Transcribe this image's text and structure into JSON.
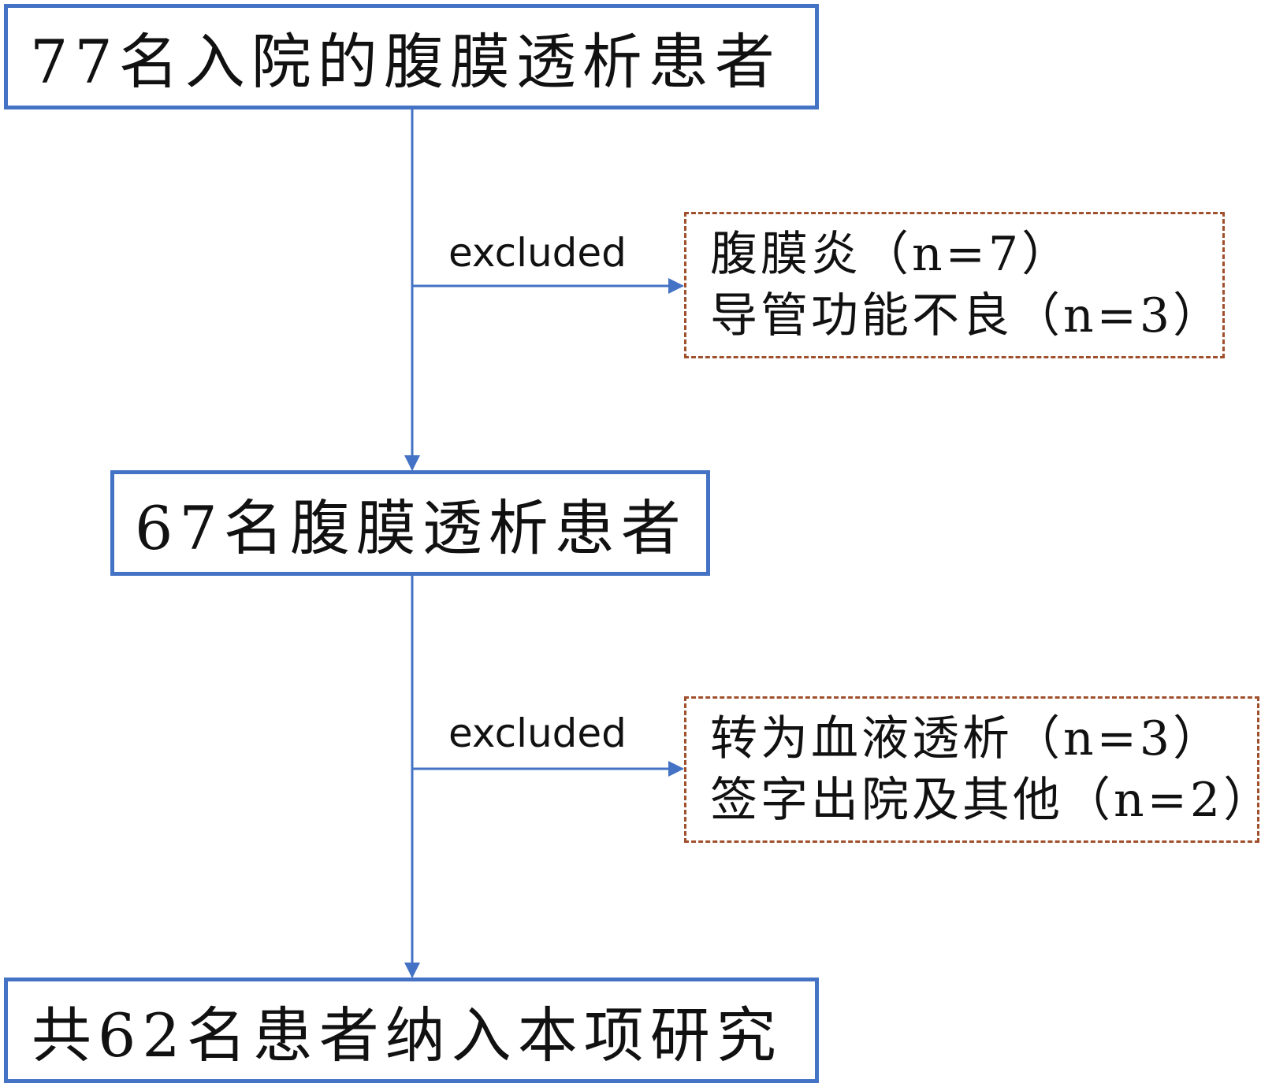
{
  "flowchart": {
    "admitted_box": {
      "text": "77名入院的腹膜透析患者"
    },
    "first_exclusion": {
      "label": "excluded",
      "reasons": [
        "腹膜炎（n=7）",
        "导管功能不良（n=3）"
      ]
    },
    "pd_box": {
      "text": "67名腹膜透析患者"
    },
    "second_exclusion": {
      "label": "excluded",
      "reasons": [
        "转为血液透析（n=3）",
        "签字出院及其他（n=2）"
      ]
    },
    "included_box": {
      "text": "共62名患者纳入本项研究"
    }
  },
  "colors": {
    "box_border": "#4472c4",
    "arrow": "#4472c4",
    "exclusion_border": "#a0502d",
    "text": "#111111",
    "background": "#ffffff"
  }
}
